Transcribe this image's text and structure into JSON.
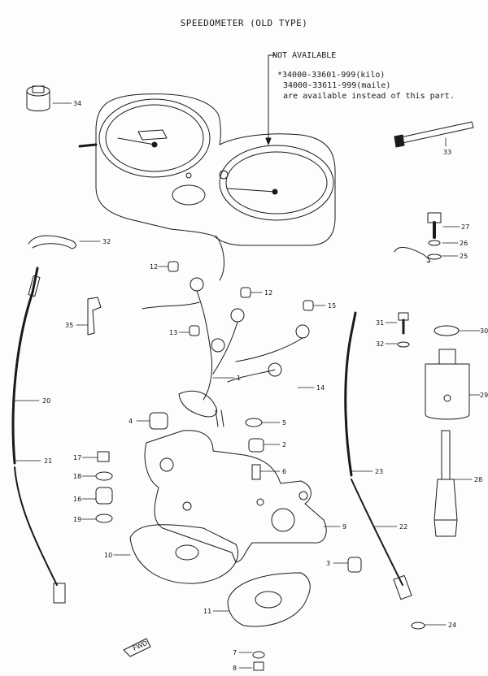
{
  "title": "SPEEDOMETER (OLD TYPE)",
  "note": {
    "heading": "NOT AVAILABLE",
    "line1": "*34000-33601-999(kilo)",
    "line2": "34000-33611-999(maile)",
    "line3": "are available instead of this part."
  },
  "fwd_label": "FWD",
  "callouts": [
    {
      "id": "34",
      "text": "34"
    },
    {
      "id": "33",
      "text": "33"
    },
    {
      "id": "32",
      "text": "32"
    },
    {
      "id": "27",
      "text": "27"
    },
    {
      "id": "26",
      "text": "26"
    },
    {
      "id": "25",
      "text": "25"
    },
    {
      "id": "12a",
      "text": "12"
    },
    {
      "id": "12b",
      "text": "12"
    },
    {
      "id": "15",
      "text": "15"
    },
    {
      "id": "35",
      "text": "35"
    },
    {
      "id": "13",
      "text": "13"
    },
    {
      "id": "1",
      "text": "1"
    },
    {
      "id": "31",
      "text": "31"
    },
    {
      "id": "30",
      "text": "30"
    },
    {
      "id": "32b",
      "text": "32"
    },
    {
      "id": "14",
      "text": "14"
    },
    {
      "id": "29",
      "text": "29"
    },
    {
      "id": "20",
      "text": "20"
    },
    {
      "id": "4",
      "text": "4"
    },
    {
      "id": "5",
      "text": "5"
    },
    {
      "id": "2",
      "text": "2"
    },
    {
      "id": "17",
      "text": "17"
    },
    {
      "id": "21",
      "text": "21"
    },
    {
      "id": "6",
      "text": "6"
    },
    {
      "id": "23",
      "text": "23"
    },
    {
      "id": "18",
      "text": "18"
    },
    {
      "id": "28",
      "text": "28"
    },
    {
      "id": "16",
      "text": "16"
    },
    {
      "id": "19",
      "text": "19"
    },
    {
      "id": "9",
      "text": "9"
    },
    {
      "id": "22",
      "text": "22"
    },
    {
      "id": "10",
      "text": "10"
    },
    {
      "id": "3",
      "text": "3"
    },
    {
      "id": "11",
      "text": "11"
    },
    {
      "id": "24",
      "text": "24"
    },
    {
      "id": "7",
      "text": "7"
    },
    {
      "id": "8",
      "text": "8"
    }
  ]
}
